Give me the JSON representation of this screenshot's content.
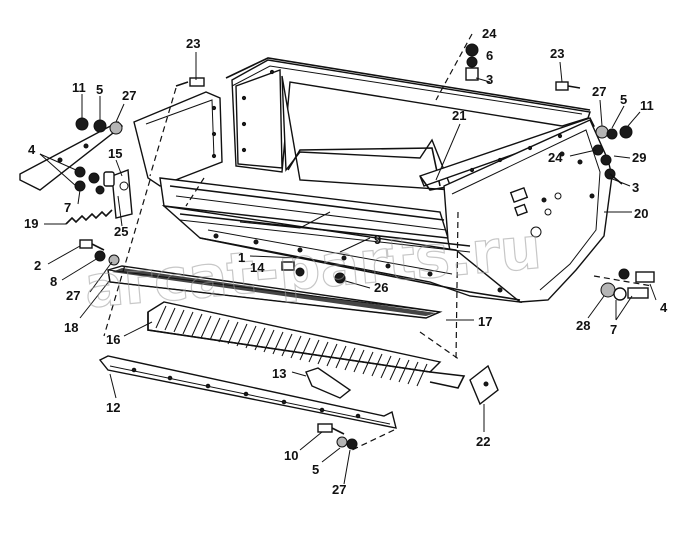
{
  "watermark": "агсаt-parts.ru",
  "callouts": [
    {
      "id": "c1",
      "label": "23"
    },
    {
      "id": "c2",
      "label": "24"
    },
    {
      "id": "c3",
      "label": "6"
    },
    {
      "id": "c4",
      "label": "3"
    },
    {
      "id": "c5",
      "label": "23"
    },
    {
      "id": "c6",
      "label": "11"
    },
    {
      "id": "c7",
      "label": "5"
    },
    {
      "id": "c8",
      "label": "27"
    },
    {
      "id": "c9",
      "label": "21"
    },
    {
      "id": "c10",
      "label": "27"
    },
    {
      "id": "c11",
      "label": "5"
    },
    {
      "id": "c12",
      "label": "11"
    },
    {
      "id": "c13",
      "label": "4"
    },
    {
      "id": "c14",
      "label": "15"
    },
    {
      "id": "c15",
      "label": "24"
    },
    {
      "id": "c16",
      "label": "29"
    },
    {
      "id": "c17",
      "label": "7"
    },
    {
      "id": "c18",
      "label": "3"
    },
    {
      "id": "c19",
      "label": "19"
    },
    {
      "id": "c20",
      "label": "25"
    },
    {
      "id": "c21",
      "label": "20"
    },
    {
      "id": "c22",
      "label": "9"
    },
    {
      "id": "c23",
      "label": "2"
    },
    {
      "id": "c24",
      "label": "1"
    },
    {
      "id": "c25",
      "label": "14"
    },
    {
      "id": "c26",
      "label": "8"
    },
    {
      "id": "c27",
      "label": "27"
    },
    {
      "id": "c28",
      "label": "26"
    },
    {
      "id": "c29",
      "label": "4"
    },
    {
      "id": "c30",
      "label": "28"
    },
    {
      "id": "c31",
      "label": "7"
    },
    {
      "id": "c32",
      "label": "18"
    },
    {
      "id": "c33",
      "label": "17"
    },
    {
      "id": "c34",
      "label": "16"
    },
    {
      "id": "c35",
      "label": "13"
    },
    {
      "id": "c36",
      "label": "12"
    },
    {
      "id": "c37",
      "label": "22"
    },
    {
      "id": "c38",
      "label": "10"
    },
    {
      "id": "c39",
      "label": "5"
    },
    {
      "id": "c40",
      "label": "27"
    }
  ]
}
